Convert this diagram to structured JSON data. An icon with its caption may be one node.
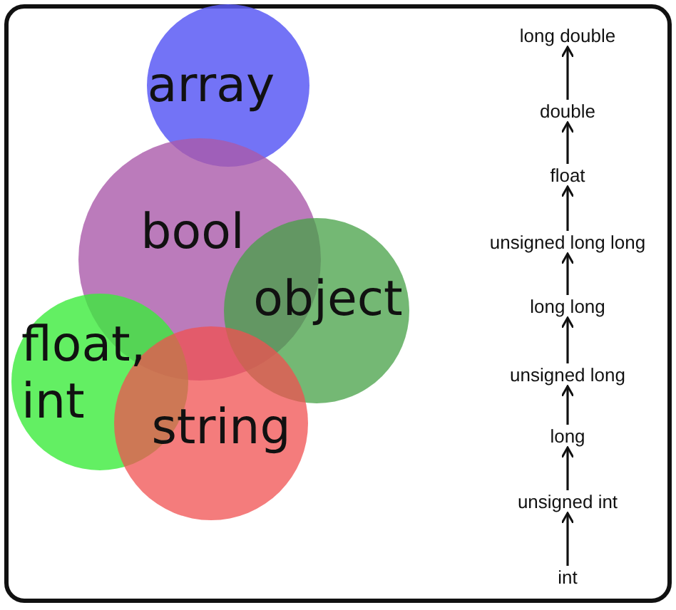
{
  "diagram": {
    "nodes": [
      {
        "text": [
          "array"
        ]
      },
      {
        "text": [
          "bool"
        ]
      },
      {
        "text": [
          "object"
        ]
      },
      {
        "text": [
          "float, int"
        ]
      },
      {
        "text": [
          "string"
        ]
      },
      {
        "text": [
          "long double"
        ]
      },
      {
        "text": [
          "double"
        ]
      },
      {
        "text": [
          "float"
        ]
      },
      {
        "text": [
          "unsigned long long"
        ]
      },
      {
        "text": [
          "long long"
        ]
      },
      {
        "text": [
          "unsigned long"
        ]
      },
      {
        "text": [
          "long"
        ]
      },
      {
        "text": [
          "unsigned int"
        ]
      },
      {
        "text": [
          "int"
        ]
      }
    ],
    "edges": [
      {
        "from": 13,
        "to": 12,
        "arrow": "to"
      },
      {
        "from": 12,
        "to": 11,
        "arrow": "to"
      },
      {
        "from": 11,
        "to": 10,
        "arrow": "to"
      },
      {
        "from": 10,
        "to": 9,
        "arrow": "to"
      },
      {
        "from": 9,
        "to": 8,
        "arrow": "to"
      },
      {
        "from": 8,
        "to": 7,
        "arrow": "to"
      },
      {
        "from": 7,
        "to": 6,
        "arrow": "to"
      },
      {
        "from": 6,
        "to": 5,
        "arrow": "to"
      }
    ]
  }
}
